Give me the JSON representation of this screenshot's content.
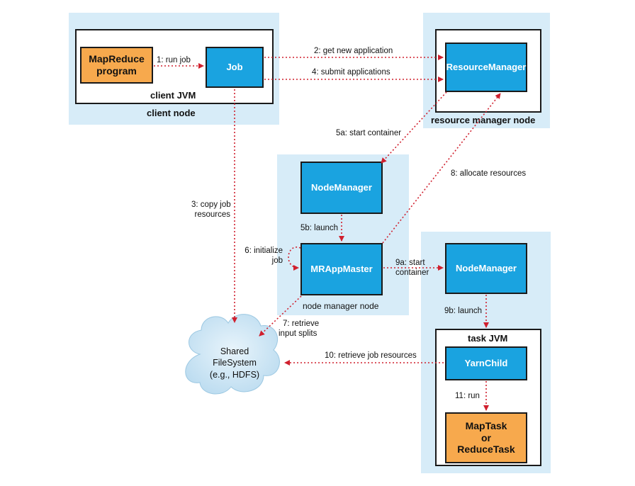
{
  "nodes": {
    "client_node": "client node",
    "client_jvm": "client JVM",
    "mapreduce_program": [
      "MapReduce",
      "program"
    ],
    "job": "Job",
    "resource_manager_node": "resource manager node",
    "resource_manager": "ResourceManager",
    "node_manager_node": "node manager node",
    "node_manager_1": "NodeManager",
    "mr_app_master": "MRAppMaster",
    "node_manager_2": "NodeManager",
    "task_jvm": "task JVM",
    "yarn_child": "YarnChild",
    "map_task": [
      "MapTask",
      "or",
      "ReduceTask"
    ],
    "shared_fs": [
      "Shared",
      "FileSystem",
      "(e.g., HDFS)"
    ]
  },
  "steps": {
    "s1": "1: run job",
    "s2": "2: get new application",
    "s3": [
      "3: copy job",
      "resources"
    ],
    "s4": "4: submit applications",
    "s5a": "5a: start container",
    "s5b": "5b: launch",
    "s6": [
      "6: initialize",
      "job"
    ],
    "s7": [
      "7: retrieve",
      "input splits"
    ],
    "s8": "8: allocate resources",
    "s9a": [
      "9a: start",
      "container"
    ],
    "s9b": "9b: launch",
    "s10": "10: retrieve job resources",
    "s11": "11: run"
  },
  "colors": {
    "zone": "#d7ecf8",
    "blue_box": "#1aa3e0",
    "orange_box": "#f7a94d",
    "arrow": "#d0202e"
  }
}
